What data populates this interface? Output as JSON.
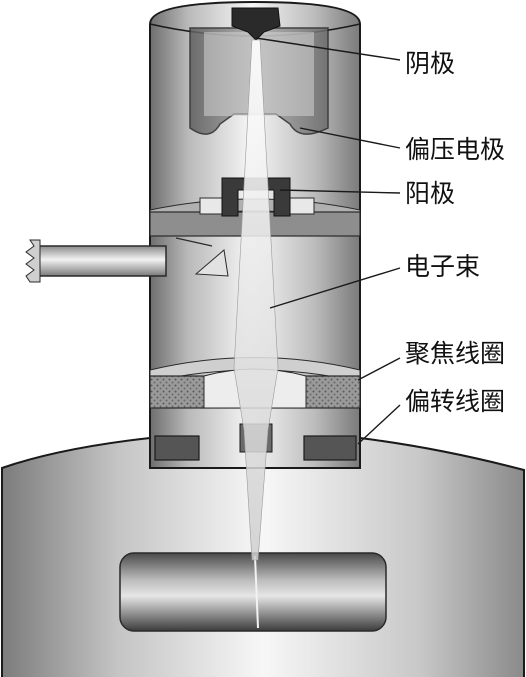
{
  "labels": {
    "cathode": "阴极",
    "bias_electrode": "偏压电极",
    "anode": "阳极",
    "electron_beam": "电子束",
    "focusing_coil": "聚焦线圈",
    "deflection_coil": "偏转线圈"
  },
  "colors": {
    "outline": "#1a1a1a",
    "beam": "#d8d8d8",
    "body_light": "#f4f4f4",
    "body_dark": "#7a7a7a",
    "coil_block": "#555555"
  }
}
